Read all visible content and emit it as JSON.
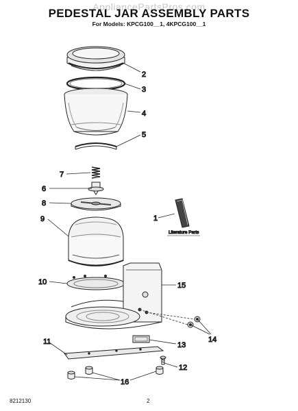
{
  "header": {
    "watermark": "AppliancePartsPros.com",
    "title": "PEDESTAL JAR ASSEMBLY PARTS",
    "subtitle": "For Models: KPCG100__1, 4KPCG100__1"
  },
  "callouts": {
    "p1": "1",
    "p2": "2",
    "p3": "3",
    "p4": "4",
    "p5": "5",
    "p6": "6",
    "p7": "7",
    "p8": "8",
    "p9": "9",
    "p10": "10",
    "p11": "11",
    "p12": "12",
    "p13": "13",
    "p14": "14",
    "p15": "15",
    "p16": "16"
  },
  "literature": {
    "label": "Literature Parts"
  },
  "footer": {
    "code": "8212130",
    "page": "2"
  }
}
